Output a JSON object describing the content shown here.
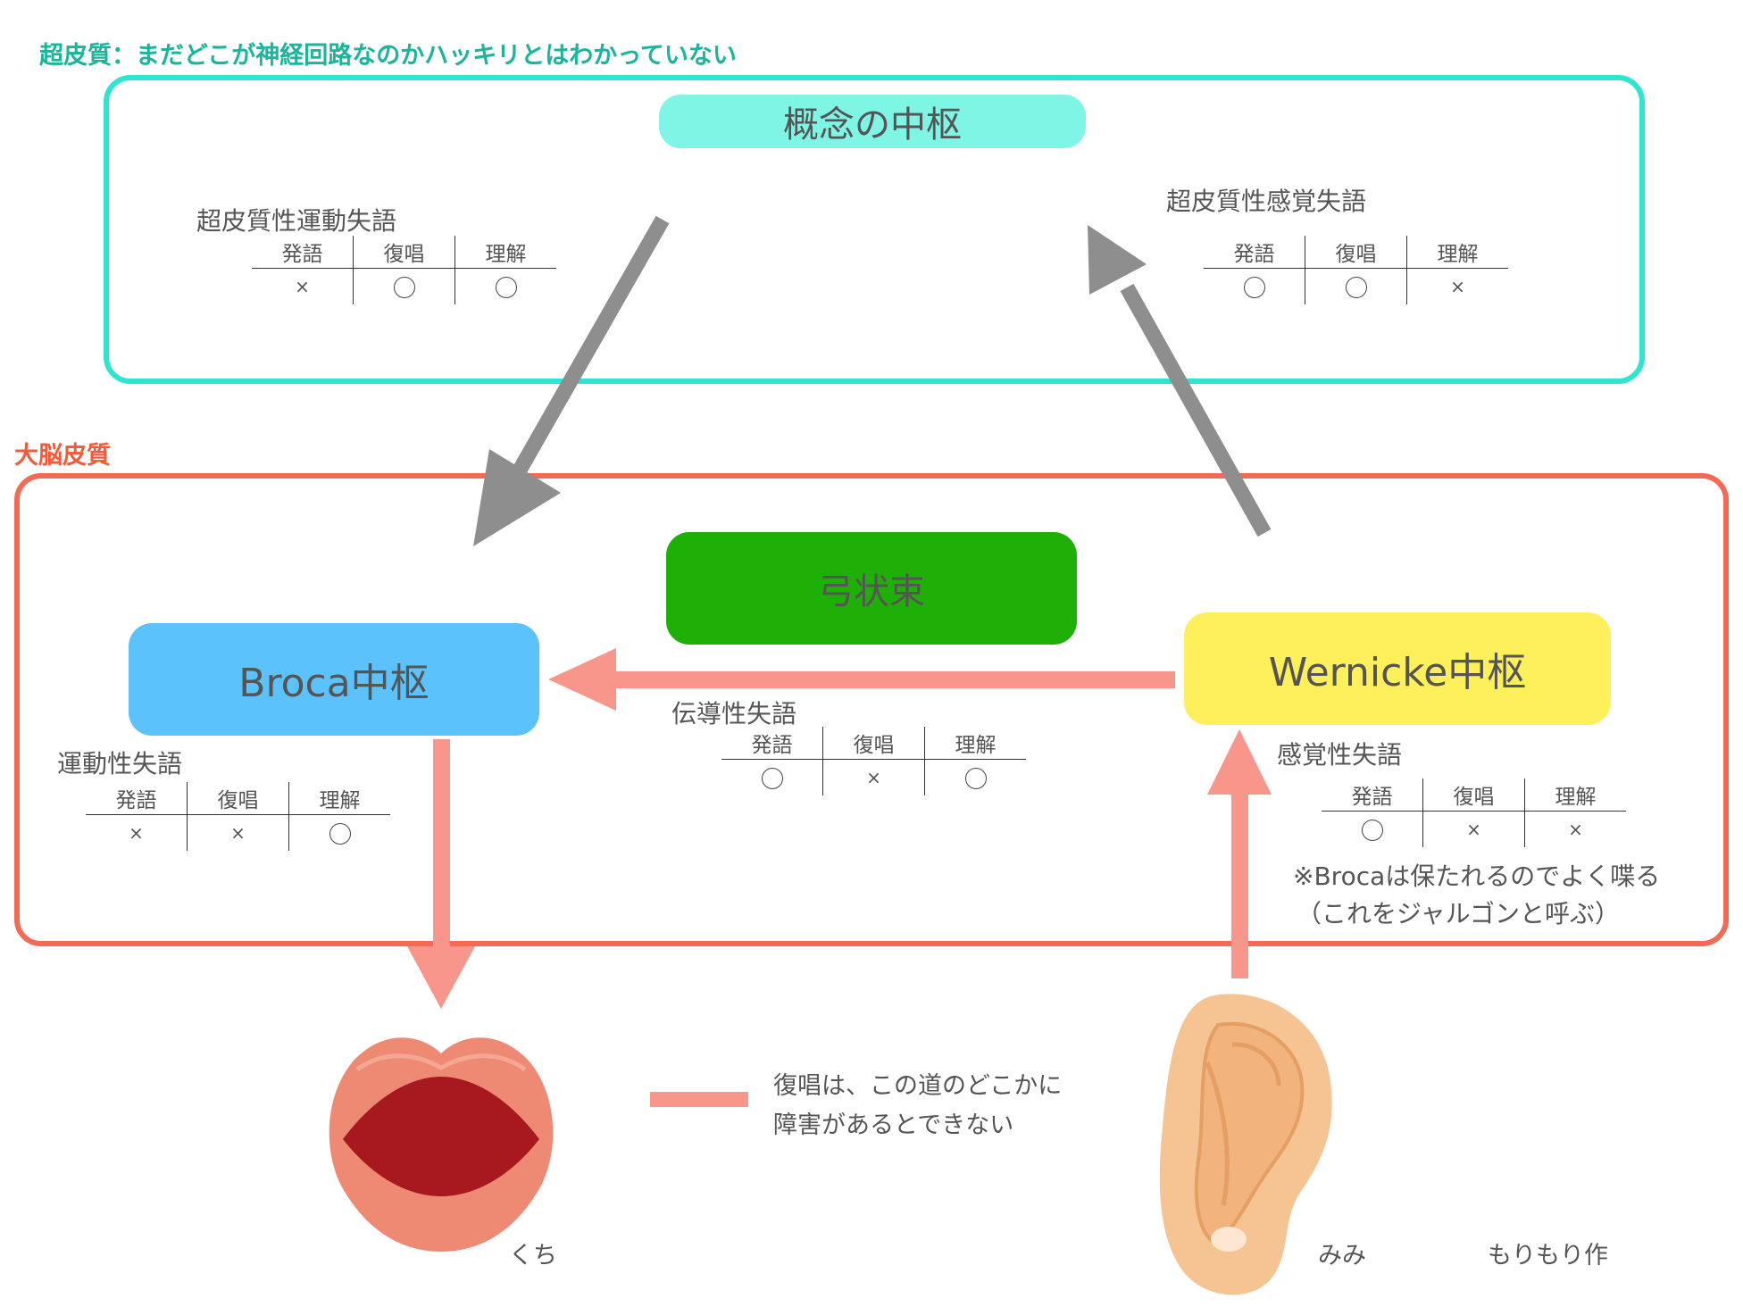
{
  "regions": {
    "cortex_outer_label": "超皮質：まだどこが神経回路なのかハッキリとはわかっていない",
    "cerebral_label": "大脳皮質"
  },
  "centers": {
    "concept": "概念の中枢",
    "arcuate": "弓状束",
    "broca": "Broca中枢",
    "wernicke": "Wernicke中枢"
  },
  "table_headers": [
    "発語",
    "復唱",
    "理解"
  ],
  "aphasias": {
    "transcortical_motor": {
      "name": "超皮質性運動失語",
      "speech": "×",
      "repetition": "○",
      "comprehension": "○"
    },
    "transcortical_sensory": {
      "name": "超皮質性感覚失語",
      "speech": "○",
      "repetition": "○",
      "comprehension": "×"
    },
    "conduction": {
      "name": "伝導性失語",
      "speech": "○",
      "repetition": "×",
      "comprehension": "○"
    },
    "motor": {
      "name": "運動性失語",
      "speech": "×",
      "repetition": "×",
      "comprehension": "○"
    },
    "sensory": {
      "name": "感覚性失語",
      "speech": "○",
      "repetition": "×",
      "comprehension": "×"
    }
  },
  "sensory_note": {
    "line1": "※Brocaは保たれるのでよく喋る",
    "line2": "（これをジャルゴンと呼ぶ）"
  },
  "legend": {
    "line1": "復唱は、この道のどこかに",
    "line2": "障害があるとできない"
  },
  "organs": {
    "mouth": "くち",
    "ear": "みみ"
  },
  "credit": "もりもり作",
  "colors": {
    "concept_border": "#2ee6cf",
    "cerebral_border": "#f56a54",
    "concept_fill": "#7ff5e6",
    "arcuate_fill": "#1fb007",
    "broca_fill": "#5cc2fb",
    "wernicke_fill": "#fdf05a",
    "repetition_path": "#f9968b",
    "concept_arrows": "#8e8e8e",
    "outer_label": "#1ab59a",
    "cerebral_label": "#f25a3c"
  }
}
